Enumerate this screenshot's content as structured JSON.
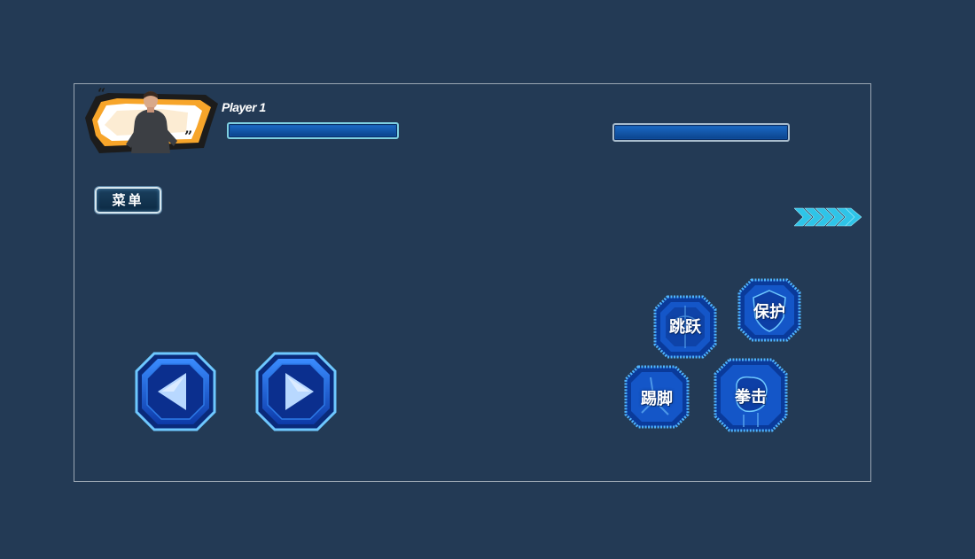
{
  "player": {
    "name": "Player 1"
  },
  "menu": {
    "label": "菜单"
  },
  "actions": {
    "jump": "跳跃",
    "guard": "保护",
    "kick": "踢脚",
    "punch": "拳击"
  },
  "colors": {
    "background": "#233a55",
    "frame_border": "#9aa6b3",
    "crystal_blue": "#1a5fd6",
    "crystal_highlight": "#6ec8ff",
    "chevron": "#2ec4e8",
    "portrait_orange": "#f39a1e"
  }
}
